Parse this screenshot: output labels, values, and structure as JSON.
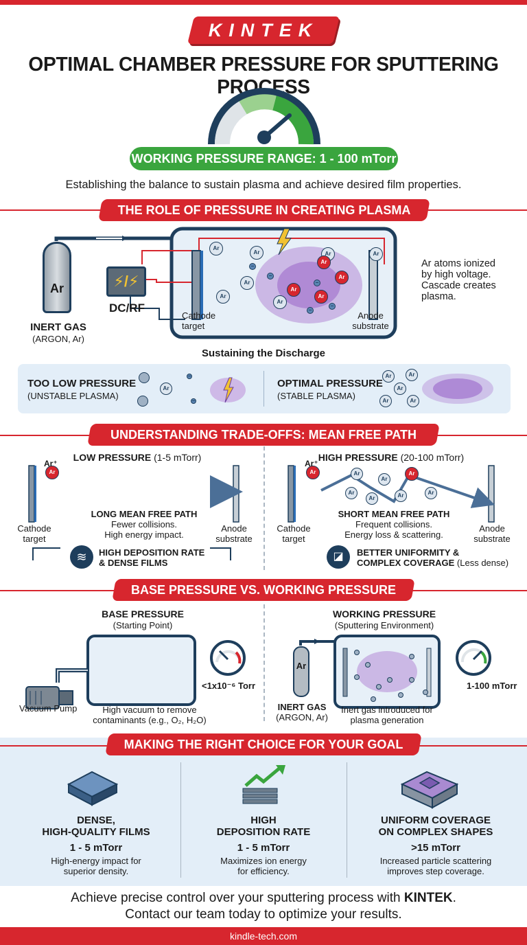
{
  "brand": {
    "logo_text": "KINTEK",
    "footer_url": "kindle-tech.com"
  },
  "title": "OPTIMAL CHAMBER PRESSURE FOR SPUTTERING PROCESS",
  "gauge": {
    "range_label": "WORKING PRESSURE RANGE: 1 - 100 mTorr"
  },
  "subtitle": "Establishing the balance to sustain plasma and achieve desired film properties.",
  "section1": {
    "heading": "THE ROLE OF PRESSURE IN CREATING PLASMA",
    "gas_symbol": "Ar",
    "gas_label": "INERT GAS",
    "gas_sub": "(ARGON, Ar)",
    "power_label": "DC/RF",
    "cathode": "Cathode\ntarget",
    "anode": "Anode\nsubstrate",
    "atom": "Ar",
    "ion": "Ar",
    "note": "Ar atoms ionized\nby high voltage.\nCascade creates\nplasma.",
    "discharge_title": "Sustaining the Discharge",
    "low_title": "TOO LOW PRESSURE",
    "low_sub": "(UNSTABLE PLASMA)",
    "opt_title": "OPTIMAL PRESSURE",
    "opt_sub": "(STABLE PLASMA)"
  },
  "section2": {
    "heading": "UNDERSTANDING TRADE-OFFS: MEAN FREE PATH",
    "low": {
      "title_bold": "LOW PRESSURE",
      "title_range": "(1-5 mTorr)",
      "ion": "Ar⁺",
      "path_title": "LONG MEAN FREE PATH",
      "path_desc": "Fewer collisions.\nHigh energy impact.",
      "cathode": "Cathode\ntarget",
      "anode": "Anode\nsubstrate",
      "result": "HIGH DEPOSITION RATE\n& DENSE FILMS"
    },
    "high": {
      "title_bold": "HIGH PRESSURE",
      "title_range": "(20-100 mTorr)",
      "ion": "Ar⁺",
      "path_title": "SHORT MEAN FREE PATH",
      "path_desc": "Frequent collisions.\nEnergy loss & scattering.",
      "cathode": "Cathode\ntarget",
      "anode": "Anode\nsubstrate",
      "result_bold": "BETTER UNIFORMITY &\nCOMPLEX COVERAGE",
      "result_extra": "(Less dense)"
    }
  },
  "section3": {
    "heading": "BASE PRESSURE VS. WORKING PRESSURE",
    "base": {
      "title": "BASE PRESSURE",
      "sub": "(Starting Point)",
      "pump": "Vacuum Pump",
      "desc": "High vacuum to remove\ncontaminants (e.g., O₂, H₂O)",
      "value": "<1x10⁻⁶ Torr"
    },
    "working": {
      "title": "WORKING PRESSURE",
      "sub": "(Sputtering Environment)",
      "gas_symbol": "Ar",
      "gas_label": "INERT GAS",
      "gas_sub": "(ARGON, Ar)",
      "desc": "Inert gas introduced for\nplasma generation",
      "value": "1-100 mTorr"
    }
  },
  "section4": {
    "heading": "MAKING THE RIGHT CHOICE FOR YOUR GOAL",
    "cards": [
      {
        "title": "DENSE,\nHIGH-QUALITY FILMS",
        "value": "1 - 5 mTorr",
        "desc": "High-energy impact for\nsuperior density."
      },
      {
        "title": "HIGH\nDEPOSITION RATE",
        "value": "1 - 5 mTorr",
        "desc": "Maximizes ion energy\nfor efficiency."
      },
      {
        "title": "UNIFORM COVERAGE\nON COMPLEX SHAPES",
        "value": ">15 mTorr",
        "desc": "Increased particle scattering\nimproves step coverage."
      }
    ]
  },
  "cta": {
    "line1_pre": "Achieve precise control over your sputtering process with ",
    "line1_brand": "KINTEK",
    "line1_post": ".",
    "line2": "Contact our team today to optimize your results."
  },
  "colors": {
    "accent": "#d7262e",
    "green": "#3aa53e",
    "navy": "#1e3e5c",
    "panel": "#e3eef8"
  }
}
